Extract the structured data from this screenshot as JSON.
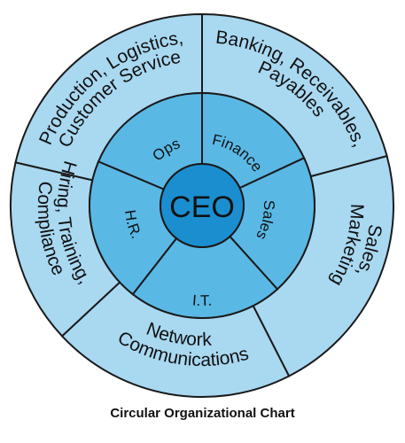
{
  "colors": {
    "outer_ring": "#a9d8f1",
    "inner_ring": "#5ab8e5",
    "center": "#1b8ed0",
    "stroke": "#1a1a1a"
  },
  "center": {
    "label": "CEO"
  },
  "inner_ring": [
    {
      "id": "ops",
      "label": "Ops"
    },
    {
      "id": "finance",
      "label": "Finance"
    },
    {
      "id": "sales",
      "label": "Sales"
    },
    {
      "id": "it",
      "label": "I.T."
    },
    {
      "id": "hr",
      "label": "H.R."
    }
  ],
  "outer_ring": [
    {
      "id": "ops",
      "lines": [
        "Production, Logistics,",
        "Customer Service"
      ]
    },
    {
      "id": "finance",
      "lines": [
        "Banking, Receivables,",
        "Payables"
      ]
    },
    {
      "id": "sales",
      "lines": [
        "Sales,",
        "Marketing"
      ]
    },
    {
      "id": "it",
      "lines": [
        "Network",
        "Communications"
      ]
    },
    {
      "id": "hr",
      "lines": [
        "Hiring, Training,",
        "Compliance"
      ]
    }
  ],
  "caption": "Circular Organizational Chart"
}
